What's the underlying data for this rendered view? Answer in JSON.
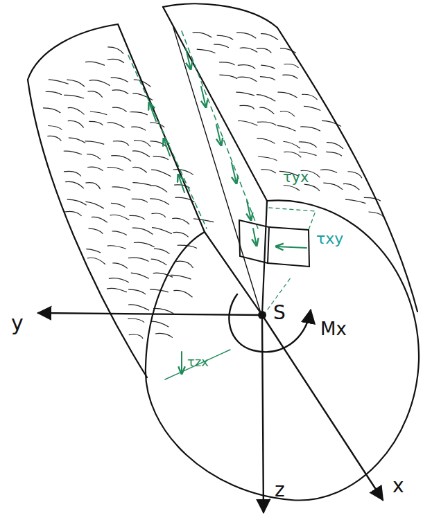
{
  "diagram": {
    "labels": [
      "τyx",
      "τxy",
      "τzx",
      "y",
      "S",
      "Mx",
      "z",
      "x"
    ]
  }
}
